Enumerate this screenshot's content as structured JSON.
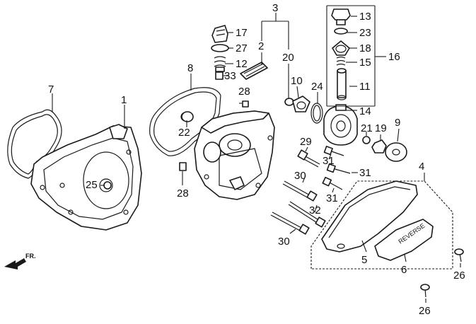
{
  "callouts": {
    "c1": "1",
    "c2": "2",
    "c3": "3",
    "c4": "4",
    "c5": "5",
    "c6": "6",
    "c7": "7",
    "c8": "8",
    "c9": "9",
    "c10": "10",
    "c11": "11",
    "c12": "12",
    "c13": "13",
    "c14": "14",
    "c15": "15",
    "c16": "16",
    "c17": "17",
    "c18": "18",
    "c19": "19",
    "c20": "20",
    "c21": "21",
    "c22": "22",
    "c23": "23",
    "c24": "24",
    "c25": "25",
    "c26a": "26",
    "c26b": "26",
    "c27": "27",
    "c28a": "28",
    "c28b": "28",
    "c29": "29",
    "c30a": "30",
    "c30b": "30",
    "c31a": "31",
    "c31b": "31",
    "c31c": "31",
    "c32": "32",
    "c33": "33"
  },
  "front_marker": "FR.",
  "cover_stamp": "REVERSE"
}
